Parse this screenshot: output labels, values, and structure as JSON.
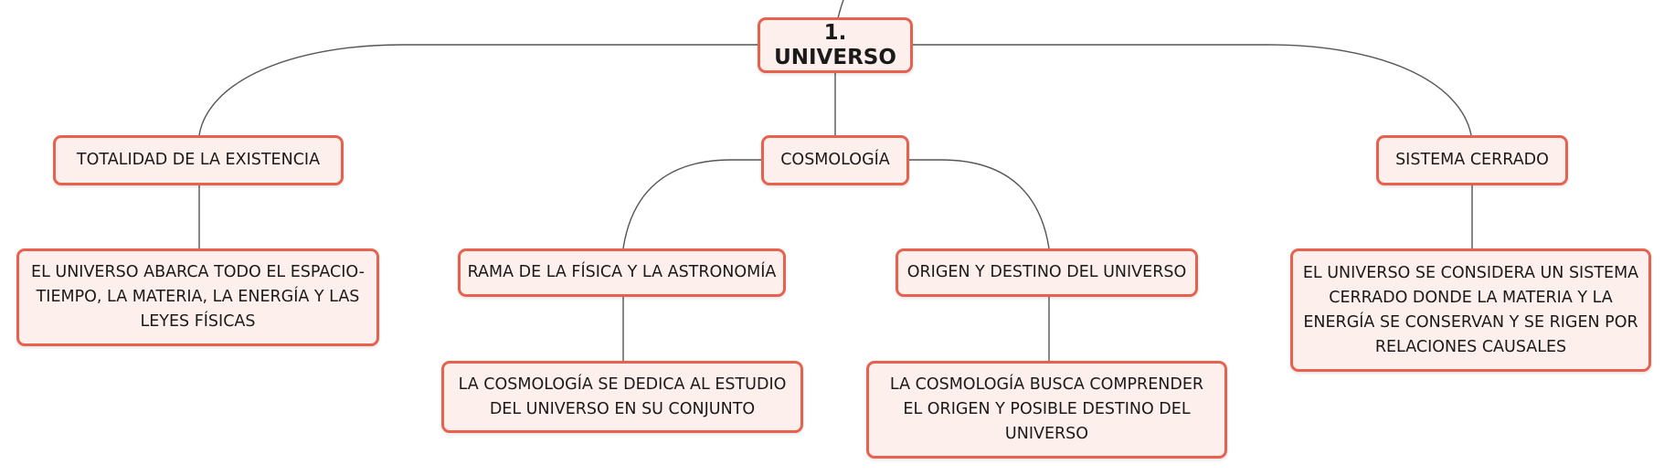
{
  "root": {
    "label": "1. UNIVERSO"
  },
  "branches": [
    {
      "label": "TOTALIDAD DE LA EXISTENCIA",
      "children": [
        {
          "label": "EL UNIVERSO ABARCA TODO EL ESPACIO-TIEMPO, LA MATERIA, LA ENERGÍA Y LAS LEYES FÍSICAS"
        }
      ]
    },
    {
      "label": "COSMOLOGÍA",
      "children": [
        {
          "label": "RAMA DE LA FÍSICA Y LA ASTRONOMÍA",
          "children": [
            {
              "label": "LA COSMOLOGÍA SE DEDICA AL ESTUDIO DEL UNIVERSO EN SU CONJUNTO"
            }
          ]
        },
        {
          "label": "ORIGEN Y DESTINO DEL UNIVERSO",
          "children": [
            {
              "label": "LA COSMOLOGÍA BUSCA COMPRENDER EL ORIGEN Y POSIBLE DESTINO DEL UNIVERSO"
            }
          ]
        }
      ]
    },
    {
      "label": "SISTEMA CERRADO",
      "children": [
        {
          "label": "EL UNIVERSO SE CONSIDERA UN SISTEMA CERRADO DONDE LA MATERIA Y LA ENERGÍA SE CONSERVAN Y SE RIGEN POR RELACIONES CAUSALES"
        }
      ]
    }
  ]
}
